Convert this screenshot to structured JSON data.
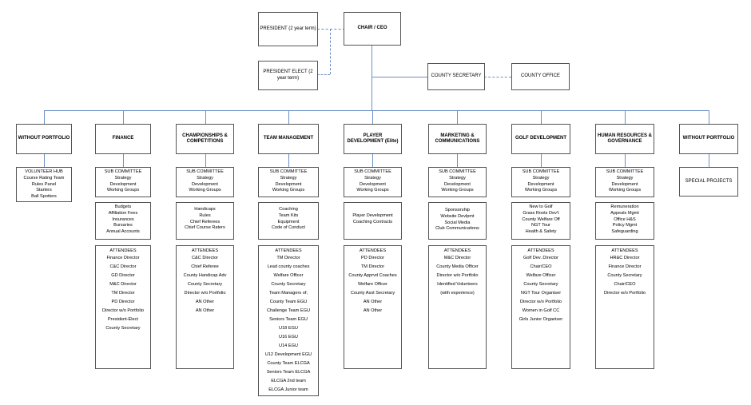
{
  "top": {
    "president": "PRESIDENT (2 year term)",
    "chair": "CHAIR / CEO",
    "president_elect": "PRESIDENT ELECT (2 year term)",
    "county_secretary": "COUNTY SECRETARY",
    "county_office": "COUNTY OFFICE"
  },
  "columns": [
    {
      "title": "WITHOUT PORTFOLIO",
      "sub": [
        "VOLUNTEER HUB",
        "Course Rating Team",
        "Rules Panel",
        "Starters",
        "Ball Spotters"
      ]
    },
    {
      "title": "FINANCE",
      "sub": [
        "SUB COMMITTEE",
        "Strategy",
        "Development",
        "Working Groups"
      ],
      "tasks": [
        "Budgets",
        "Affiliation Fees",
        "Insurances",
        "Bursaries",
        "Annual Accounts"
      ],
      "attendees": [
        "ATTENDEES",
        "Finance Director",
        "C&C Director",
        "GD Director",
        "M&C Director",
        "TM Director",
        "PD Director",
        "Director w/o Portfolio",
        "President-Elect",
        "County Secretary"
      ]
    },
    {
      "title": "CHAMPIONSHIPS & COMPETITIONS",
      "sub": [
        "SUB COMMITTEE",
        "Strategy",
        "Development",
        "Working Groups"
      ],
      "tasks": [
        "Handicaps",
        "Rules",
        "Chief Referees",
        "Chief Course Raters"
      ],
      "attendees": [
        "ATTENDEES",
        "C&C Director",
        "Chief Referee",
        "County Handicap Adv",
        "County Secretary",
        "Director w/o Portfolio",
        "AN Other",
        "AN Other"
      ]
    },
    {
      "title": "TEAM MANAGEMENT",
      "sub": [
        "SUB COMMITTEE",
        "Strategy",
        "Development",
        "Working Groups"
      ],
      "tasks": [
        "Coaching",
        "Team Kits",
        "Equipment",
        "Code of Conduct"
      ],
      "attendees": [
        "ATTENDEES",
        "TM Director",
        "Lead county coaches",
        "Welfare Officer",
        "County Secretary",
        "Team Managers of;",
        "County Team EGU",
        "Challenge Team EGU",
        "Seniors Team EGU",
        "U18 EGU",
        "U16 EGU",
        "U14 EGU",
        "U12 Development EGU",
        "County Team ELCGA",
        "Seniors Team ELCGA",
        "ELCGA 2nd team",
        "ELCGA Junior team"
      ]
    },
    {
      "title": "PLAYER DEVELOPMENT (Elite)",
      "sub": [
        "SUB COMMITTEE",
        "Strategy",
        "Development",
        "Working Groups"
      ],
      "tasks": [
        "Player Development",
        "Coaching Contracts"
      ],
      "attendees": [
        "ATTENDEES",
        "PD Director",
        "TM Director",
        "County Apprvd Coaches",
        "Welfare Officer",
        "County Asst Secretary",
        "AN Other",
        "AN Other"
      ]
    },
    {
      "title": "MARKETING & COMMUNICATIONS",
      "sub": [
        "SUB COMMITTEE",
        "Strategy",
        "Development",
        "Working Groups"
      ],
      "tasks": [
        "Sponsorship",
        "Website Devlpmt",
        "Social Media",
        "Club Communications"
      ],
      "attendees": [
        "ATTENDEES",
        "M&C Director",
        "County Media Officer",
        "Director w/o Portfolio",
        "Identified Volunteers",
        "(with experience)"
      ]
    },
    {
      "title": "GOLF DEVELOPMENT",
      "sub": [
        "SUB COMMITTEE",
        "Strategy",
        "Development",
        "Working Groups"
      ],
      "tasks": [
        "New to Golf",
        "Grass Roots Dev't",
        "County Welfare Off",
        "NGT Tour",
        "Health & Safety"
      ],
      "attendees": [
        "ATTENDEES",
        "Golf Dev. Director",
        "Chair/CEO",
        "Welfare Officer",
        "County Secretary",
        "NGT Tour Organiser",
        "Director w/o Portfolio",
        "Women in Golf CC",
        "Girls Junior Organiser"
      ]
    },
    {
      "title": "HUMAN RESOURCES & GOVERNANCE",
      "sub": [
        "SUB COMMITTEE",
        "Strategy",
        "Development",
        "Working Groups"
      ],
      "tasks": [
        "Remuneration",
        "Appeals Mgmt",
        "Office H&S",
        "Policy Mgmt",
        "Safeguarding"
      ],
      "attendees": [
        "ATTENDEES",
        "HR&C Director",
        "Finance Director",
        "County Secretary",
        "Chair/CEO",
        "Director w/o Portfolio"
      ]
    },
    {
      "title": "WITHOUT PORTFOLIO",
      "sub": [
        "SPECIAL PROJECTS"
      ]
    }
  ]
}
